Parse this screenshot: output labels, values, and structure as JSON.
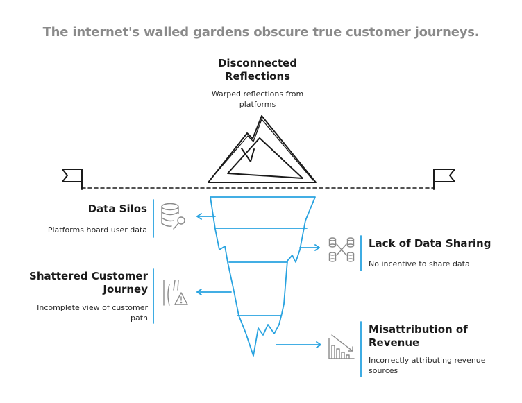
{
  "title": "The internet's walled gardens obscure true customer journeys.",
  "top": {
    "heading": "Disconnected Reflections",
    "text": "Warped reflections from platforms"
  },
  "items": [
    {
      "heading": "Data Silos",
      "text": "Platforms hoard user data",
      "icon": "database-search-icon"
    },
    {
      "heading": "Lack of Data Sharing",
      "text": "No incentive to share data",
      "icon": "network-nodes-icon"
    },
    {
      "heading": "Shattered Customer Journey",
      "text": "Incomplete view of customer path",
      "icon": "broken-path-warning-icon"
    },
    {
      "heading": "Misattribution of Revenue",
      "text": "Incorrectly attributing revenue sources",
      "icon": "declining-chart-icon"
    }
  ],
  "colors": {
    "accent": "#29a3e0",
    "title": "#8a8a8a",
    "icon": "#8a8a8a",
    "ink": "#1a1a1a"
  }
}
